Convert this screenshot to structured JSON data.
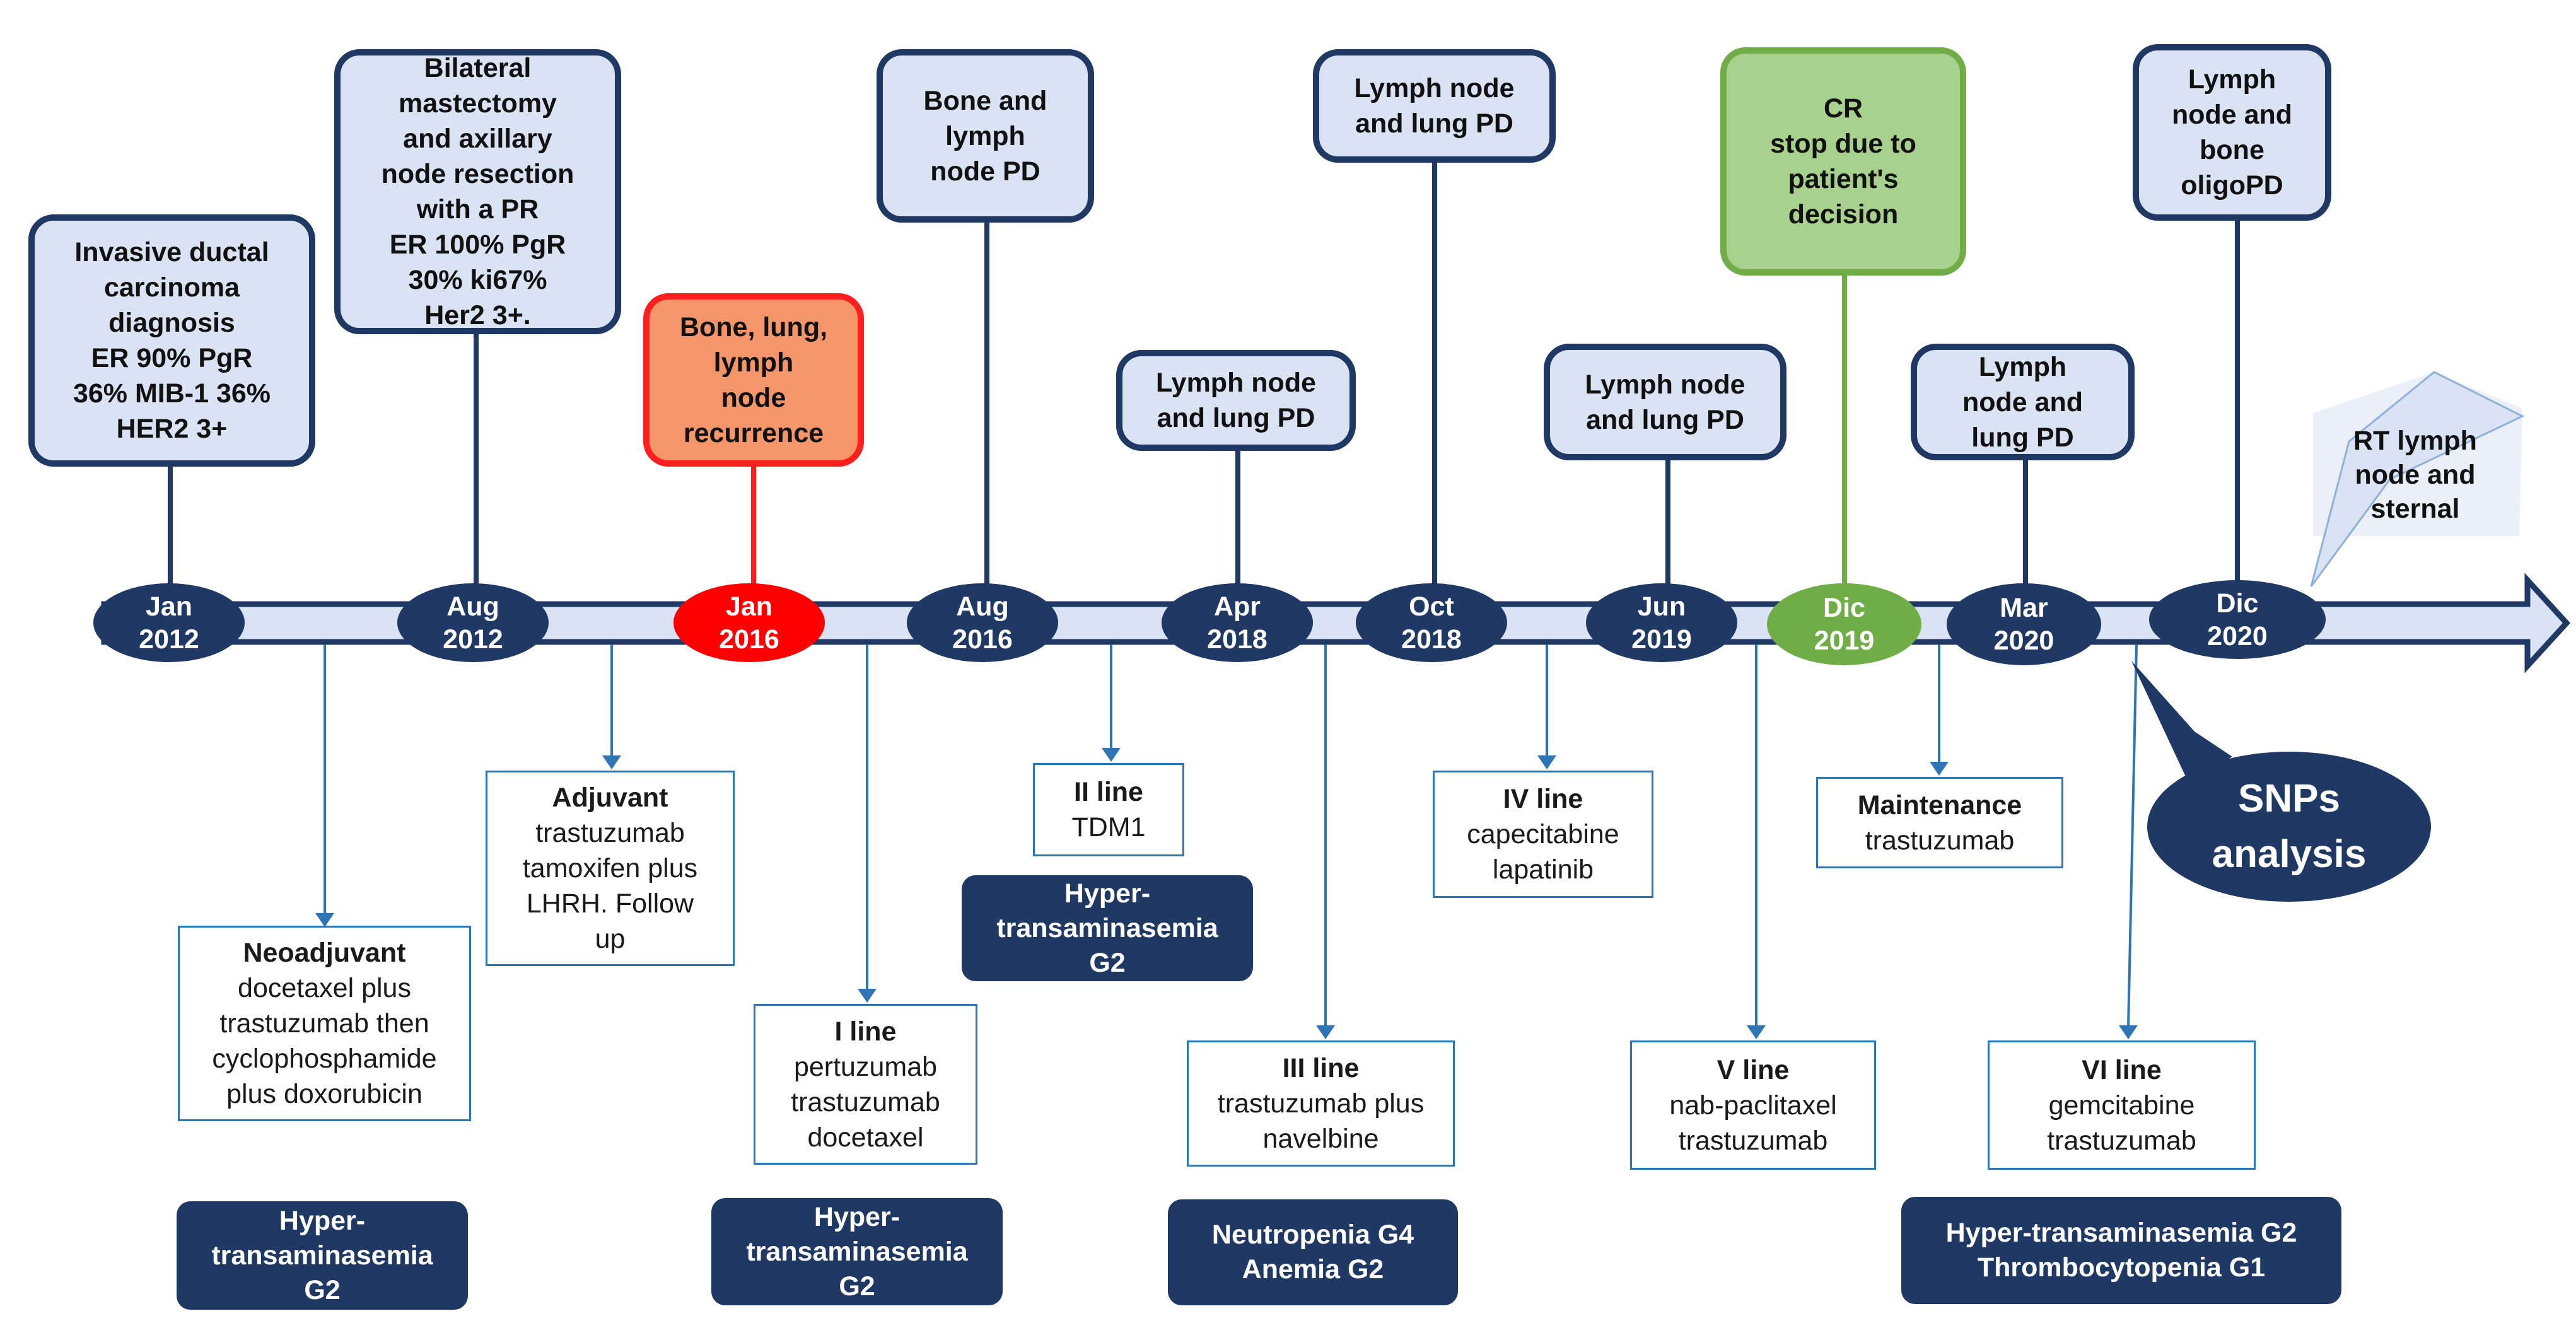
{
  "colors": {
    "navy": "#1f3864",
    "event_fill": "#dae3f3",
    "recurrence_fill": "#f4956a",
    "recurrence_border": "#ff1f1f",
    "cr_fill": "#a9d18e",
    "cr_border": "#70ad47",
    "treatment_border": "#2e75b6",
    "arrow_fill": "#dae3f3",
    "date_red": "#ff0000",
    "date_green": "#70ad47"
  },
  "dates": [
    {
      "month": "Jan",
      "year": "2012"
    },
    {
      "month": "Aug",
      "year": "2012"
    },
    {
      "month": "Jan",
      "year": "2016"
    },
    {
      "month": "Aug",
      "year": "2016"
    },
    {
      "month": "Apr",
      "year": "2018"
    },
    {
      "month": "Oct",
      "year": "2018"
    },
    {
      "month": "Jun",
      "year": "2019"
    },
    {
      "month": "Dic",
      "year": "2019"
    },
    {
      "month": "Mar",
      "year": "2020"
    },
    {
      "month": "Dic",
      "year": "2020"
    }
  ],
  "events": [
    {
      "lines": [
        "Invasive ductal",
        "carcinoma",
        "diagnosis",
        "ER 90% PgR",
        "36% MIB-1 36%",
        "HER2 3+"
      ]
    },
    {
      "lines": [
        "Bilateral",
        "mastectomy",
        "and axillary",
        "node resection",
        "with a PR",
        "ER 100% PgR",
        "30% ki67%",
        "Her2 3+."
      ]
    },
    {
      "lines": [
        "Bone, lung,",
        "lymph",
        "node",
        "recurrence"
      ]
    },
    {
      "lines": [
        "Bone and",
        "lymph",
        "node PD"
      ]
    },
    {
      "lines": [
        "Lymph node",
        "and lung PD"
      ]
    },
    {
      "lines": [
        "Lymph node",
        "and lung PD"
      ]
    },
    {
      "lines": [
        "Lymph node",
        "and lung PD"
      ]
    },
    {
      "lines": [
        "CR",
        "stop due to",
        "patient's",
        "decision"
      ]
    },
    {
      "lines": [
        "Lymph",
        "node and",
        "lung PD"
      ]
    },
    {
      "lines": [
        "Lymph",
        "node and",
        "bone",
        "oligoPD"
      ]
    }
  ],
  "treatments": [
    {
      "title": "Neoadjuvant",
      "lines": [
        "docetaxel plus",
        "trastuzumab then",
        "cyclophosphamide",
        "plus doxorubicin"
      ]
    },
    {
      "title": "Adjuvant",
      "lines": [
        "trastuzumab",
        "tamoxifen plus",
        "LHRH. Follow",
        "up"
      ]
    },
    {
      "title": "I line",
      "lines": [
        "pertuzumab",
        "trastuzumab",
        "docetaxel"
      ]
    },
    {
      "title": "II line",
      "lines": [
        "TDM1"
      ]
    },
    {
      "title": "III line",
      "lines": [
        "trastuzumab plus",
        "navelbine"
      ]
    },
    {
      "title": "IV line",
      "lines": [
        "capecitabine",
        "lapatinib"
      ]
    },
    {
      "title": "V line",
      "lines": [
        "nab-paclitaxel",
        "trastuzumab"
      ]
    },
    {
      "title": "Maintenance",
      "lines": [
        "trastuzumab"
      ]
    },
    {
      "title": "VI line",
      "lines": [
        "gemcitabine",
        "trastuzumab"
      ]
    }
  ],
  "toxicities": [
    {
      "lines": [
        "Hyper-",
        "transaminasemia",
        "G2"
      ]
    },
    {
      "lines": [
        "Hyper-",
        "transaminasemia",
        "G2"
      ]
    },
    {
      "lines": [
        "Hyper-",
        "transaminasemia",
        "G2"
      ]
    },
    {
      "lines": [
        "Neutropenia G4",
        "Anemia  G2"
      ]
    },
    {
      "lines": [
        "Hyper-transaminasemia G2",
        "Thrombocytopenia  G1"
      ]
    }
  ],
  "snps": {
    "lines": [
      "SNPs",
      "analysis"
    ]
  },
  "rt_callout": {
    "lines": [
      "RT lymph",
      "node and",
      "sternal"
    ]
  }
}
